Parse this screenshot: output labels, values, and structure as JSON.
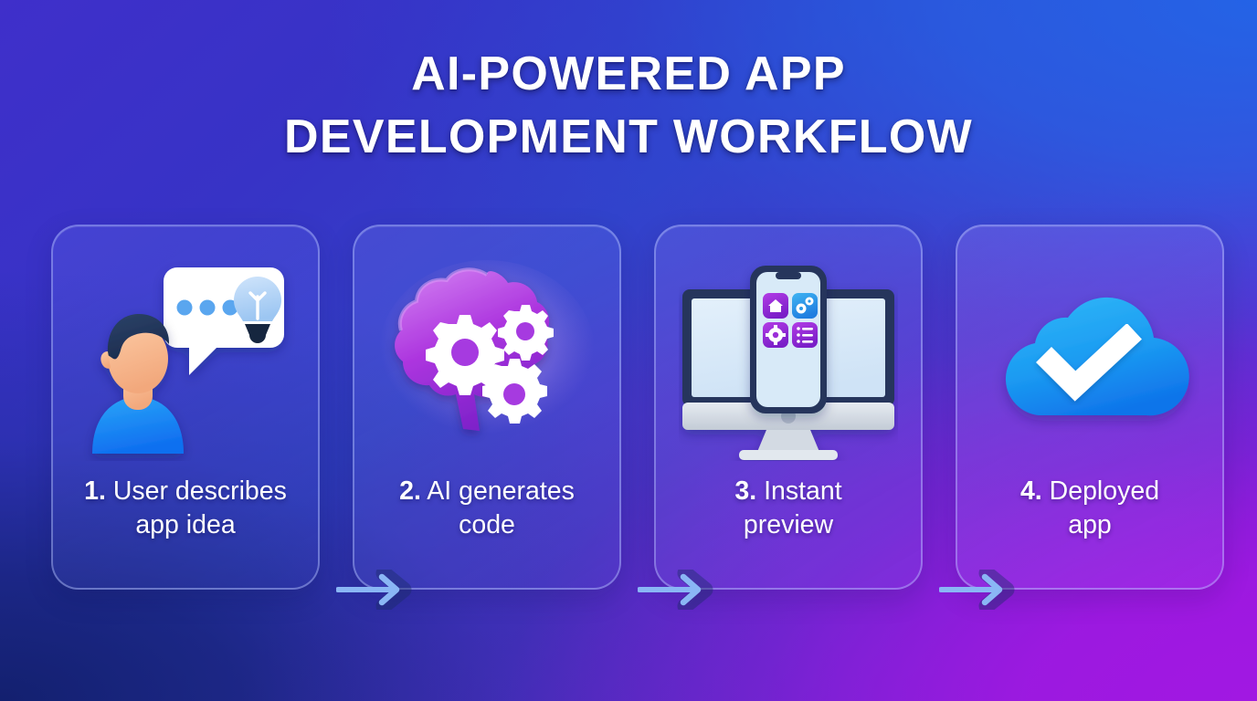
{
  "title": {
    "line1": "AI-POWERED APP",
    "line2": "DEVELOPMENT WORKFLOW"
  },
  "colors": {
    "background_top_left": "#3b32c8",
    "background_top_right": "#2b5fe0",
    "background_bottom_left": "#1a2480",
    "background_bottom_right": "#9118d8",
    "title_text": "#ffffff",
    "card_border": "rgba(190,205,255,0.42)",
    "arrow": "#8ab6f5",
    "brain_purple": "#a63ae0",
    "cloud_blue": "#1f9bf0",
    "person_shirt": "#1a8ef0",
    "person_hair": "#22355e",
    "person_skin": "#f6b98f"
  },
  "steps": [
    {
      "number": "1.",
      "label": "User describes app idea",
      "icon": "user-speech-bubble-idea-icon",
      "caption_line1": "User describes",
      "caption_line2": "app idea"
    },
    {
      "number": "2.",
      "label": "AI generates code",
      "icon": "brain-gears-icon",
      "caption_line1": "AI generates",
      "caption_line2": "code"
    },
    {
      "number": "3.",
      "label": "Instant preview",
      "icon": "monitor-phone-preview-icon",
      "caption_line1": "Instant",
      "caption_line2": "preview"
    },
    {
      "number": "4.",
      "label": "Deployed app",
      "icon": "cloud-check-icon",
      "caption_line1": "Deployed",
      "caption_line2": "app"
    }
  ],
  "connectors": [
    {
      "name": "arrow-step1-to-step2",
      "icon": "arrow-right-icon"
    },
    {
      "name": "arrow-step2-to-step3",
      "icon": "arrow-right-icon"
    },
    {
      "name": "arrow-step3-to-step4",
      "icon": "arrow-right-icon"
    }
  ],
  "phone_app_tiles": [
    {
      "icon": "home-icon",
      "color": "#9b2fd8"
    },
    {
      "icon": "gears-icon",
      "color": "#2b9ae8"
    },
    {
      "icon": "gear-icon",
      "color": "#9b2fd8"
    },
    {
      "icon": "list-icon",
      "color": "#9b2fd8"
    }
  ],
  "speech_bubble": {
    "dots_icon": "typing-dots-icon",
    "bulb_icon": "lightbulb-icon",
    "dot_count": 3
  }
}
